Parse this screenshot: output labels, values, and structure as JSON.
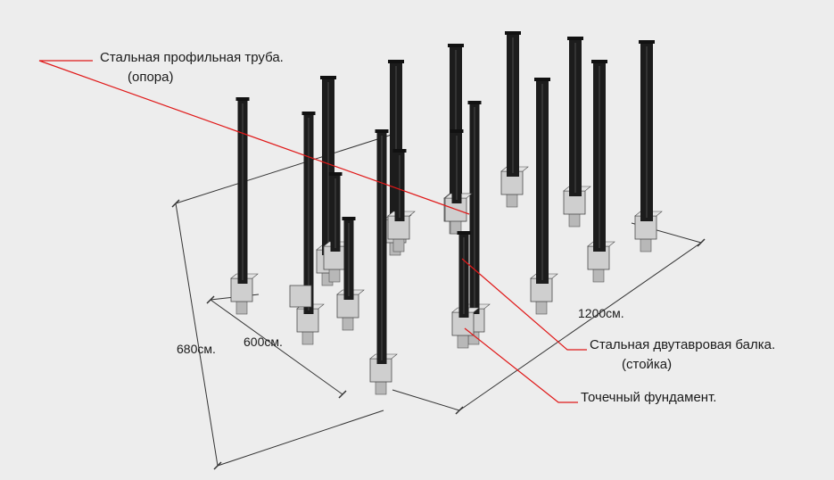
{
  "labels": {
    "pipe_line1": "Стальная профильная труба.",
    "pipe_line2": "(опора)",
    "beam_line1": "Стальная двутавровая балка.",
    "beam_line2": "(стойка)",
    "foundation": "Точечный фундамент."
  },
  "dimensions": {
    "length": "1200см.",
    "width": "600см.",
    "height": "680см."
  },
  "colors": {
    "background": "#ededed",
    "leader": "#e01818",
    "post": "#1c1c1c",
    "foundation": "#cfcfcf",
    "dimension_line": "#333333"
  },
  "posts": [
    {
      "kind": "beam"
    },
    {
      "kind": "beam"
    },
    {
      "kind": "beam"
    },
    {
      "kind": "beam"
    },
    {
      "kind": "beam"
    },
    {
      "kind": "beam"
    },
    {
      "kind": "beam"
    },
    {
      "kind": "beam"
    },
    {
      "kind": "pipe"
    },
    {
      "kind": "pipe"
    },
    {
      "kind": "pipe"
    },
    {
      "kind": "pipe"
    },
    {
      "kind": "pipe"
    },
    {
      "kind": "pipe"
    },
    {
      "kind": "pipe"
    },
    {
      "kind": "pipe"
    },
    {
      "kind": "pipe"
    }
  ],
  "loose_block": true
}
